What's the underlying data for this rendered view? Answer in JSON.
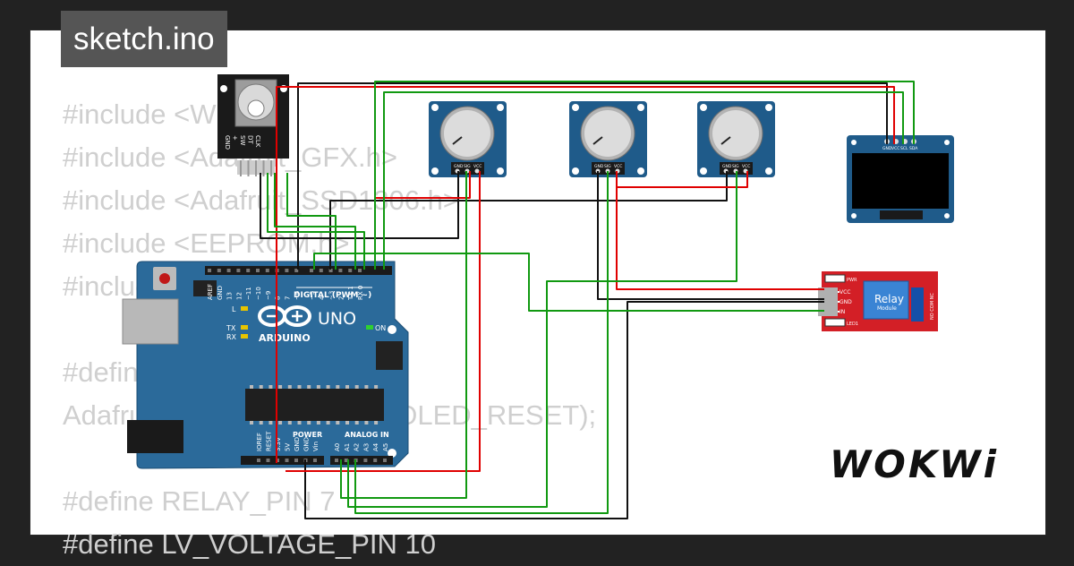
{
  "title": "sketch.ino",
  "brand": "WOKWi",
  "code_lines": [
    "#include <Wire.h>",
    "#include <Adafruit_GFX.h>",
    "#include <Adafruit_SSD1306.h>",
    "#include <EEPROM.h>",
    "#include",
    "",
    "#define",
    "Adafruit_SSD1306 display(OLED_RESET);",
    "",
    "#define RELAY_PIN 7",
    "#define LV_VOLTAGE_PIN 10"
  ],
  "encoder": {
    "pins": [
      "GND",
      "+",
      "SW",
      "DT",
      "CLK"
    ]
  },
  "potentiometers": [
    {
      "pins": [
        "GND",
        "SIG",
        "VCC"
      ]
    },
    {
      "pins": [
        "GND",
        "SIG",
        "VCC"
      ]
    },
    {
      "pins": [
        "GND",
        "SIG",
        "VCC"
      ]
    }
  ],
  "oled": {
    "pins": [
      "GND",
      "VCC",
      "SCL",
      "SDA"
    ]
  },
  "relay": {
    "title": "Relay",
    "subtitle": "Module",
    "pins": [
      "VCC",
      "GND",
      "IN"
    ],
    "pwr_label": "PWR",
    "led_label": "LED1",
    "contacts": "NO COM NC"
  },
  "arduino": {
    "brand": "ARDUINO",
    "model": "UNO",
    "digital_label": "DIGITAL (PWM ~)",
    "power_label": "POWER",
    "analog_label": "ANALOG IN",
    "on_label": "ON",
    "l_label": "L",
    "tx_label": "TX",
    "rx_label": "RX",
    "aref_label": "AREF",
    "gnd_label": "GND",
    "digital_pins": [
      "13",
      "12",
      "~11",
      "~10",
      "~9",
      "8",
      "7",
      "~6",
      "~5",
      "4",
      "~3",
      "2",
      "TX 1",
      "RX 0"
    ],
    "power_pins": [
      "IOREF",
      "RESET",
      "3.3V",
      "5V",
      "GND",
      "GND",
      "Vin"
    ],
    "analog_pins": [
      "A0",
      "A1",
      "A2",
      "A3",
      "A4",
      "A5"
    ]
  },
  "colors": {
    "board": "#2b6a9a",
    "module": "#1f5b8a",
    "relay": "#d31f26",
    "wire_red": "#e00000",
    "wire_black": "#111111",
    "wire_green": "#119911"
  }
}
